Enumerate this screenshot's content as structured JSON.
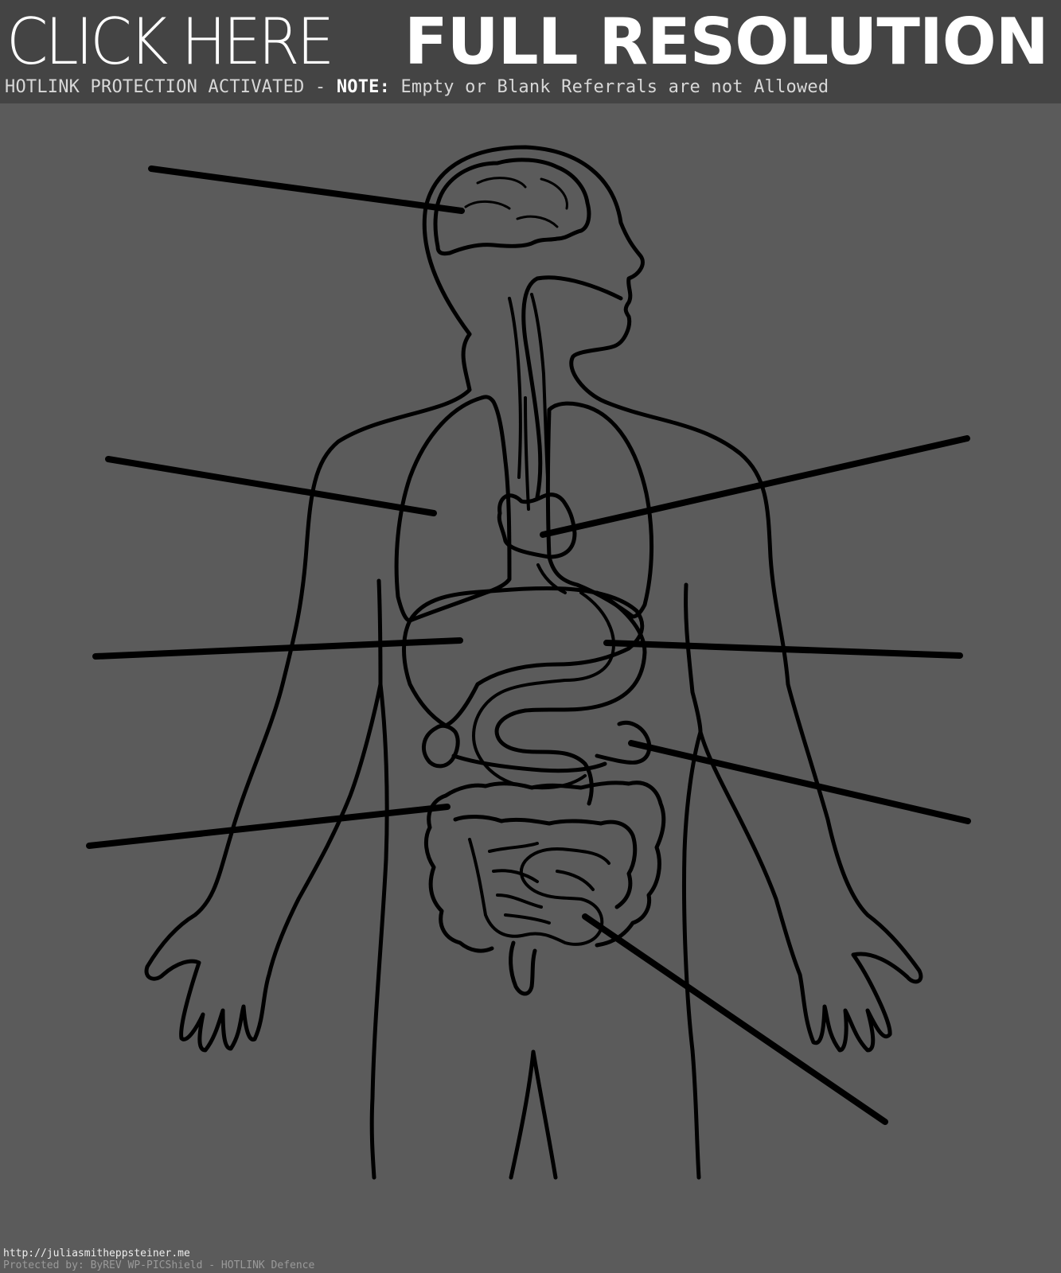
{
  "banner": {
    "click_here": "CLICK HERE",
    "full_resolution": "FULL RESOLUTION",
    "hotlink_text": "HOTLINK PROTECTION ACTIVATED - ",
    "note_label": "NOTE:",
    "note_text": " Empty or Blank Referrals are not Allowed"
  },
  "footer": {
    "url": "http://juliasmitheppsteiner.me",
    "protected_by": "Protected by: ByREV WP-PICShield - HOTLINK Defence"
  },
  "colors": {
    "background": "#5b5b5b",
    "banner_background": "#444444",
    "outline": "#000000",
    "text": "#ffffff"
  }
}
